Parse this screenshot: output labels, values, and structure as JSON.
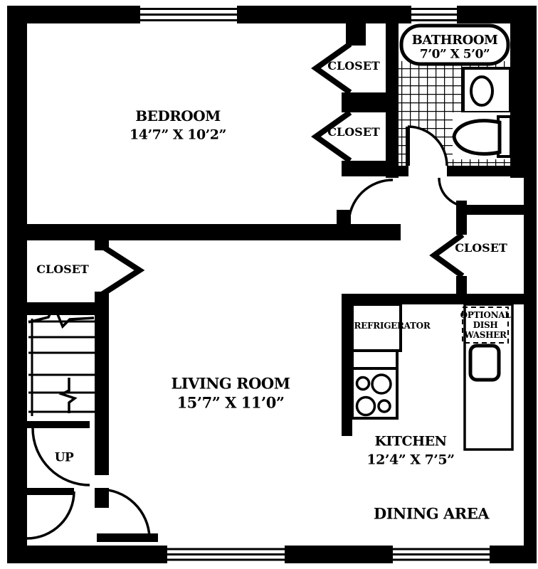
{
  "colors": {
    "wall": "#000000",
    "background": "#ffffff"
  },
  "rooms": {
    "bedroom": {
      "name": "BEDROOM",
      "dimensions": "14’7” X 10’2”"
    },
    "bathroom": {
      "name": "BATHROOM",
      "dimensions": "7’0” X 5’0”"
    },
    "living_room": {
      "name": "LIVING ROOM",
      "dimensions": "15’7” X 11’0”"
    },
    "kitchen": {
      "name": "KITCHEN",
      "dimensions": "12’4” X 7’5”"
    },
    "dining_area": {
      "name": "DINING AREA"
    }
  },
  "closets": {
    "bedroom_upper": {
      "name": "CLOSET"
    },
    "bedroom_lower": {
      "name": "CLOSET"
    },
    "hall": {
      "name": "CLOSET"
    },
    "living_room": {
      "name": "CLOSET"
    }
  },
  "fixtures": {
    "refrigerator": {
      "label": "REFRIGERATOR"
    },
    "dishwasher": {
      "label_lines": [
        "OPTIONAL",
        "DISH",
        "WASHER"
      ]
    }
  },
  "stairs": {
    "label": "UP"
  }
}
